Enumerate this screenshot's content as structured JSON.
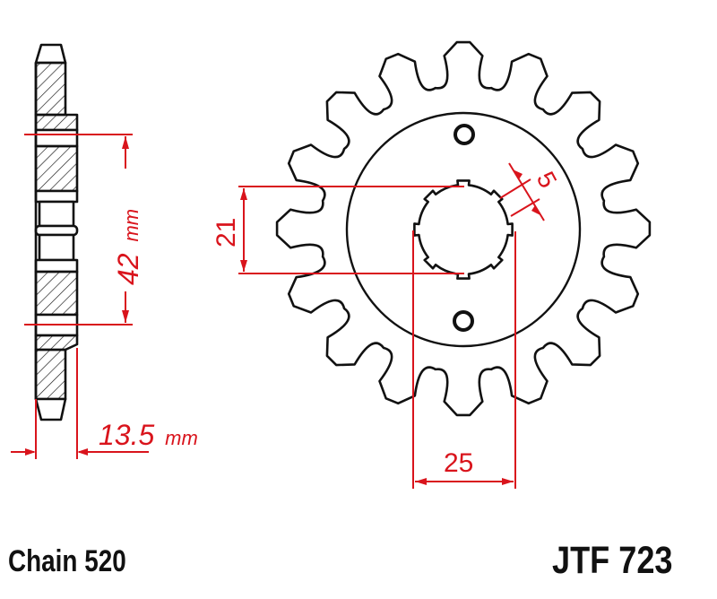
{
  "drawing": {
    "type": "technical sprocket drawing",
    "colors": {
      "outline": "#111111",
      "dimension": "#d9141c",
      "background": "#ffffff"
    },
    "sprocket": {
      "teeth_count": 16,
      "mounting_holes": 2,
      "spline_teeth": 8
    },
    "dimensions": {
      "pitch_circle": {
        "value": "42",
        "unit": "mm"
      },
      "thickness": {
        "value": "13.5",
        "unit": "mm"
      },
      "spline_height": {
        "value": "21"
      },
      "spline_width": {
        "value": "25"
      },
      "key_width": {
        "value": "5"
      }
    }
  },
  "footer": {
    "chain_label": "Chain 520",
    "part_number": "JTF 723"
  }
}
